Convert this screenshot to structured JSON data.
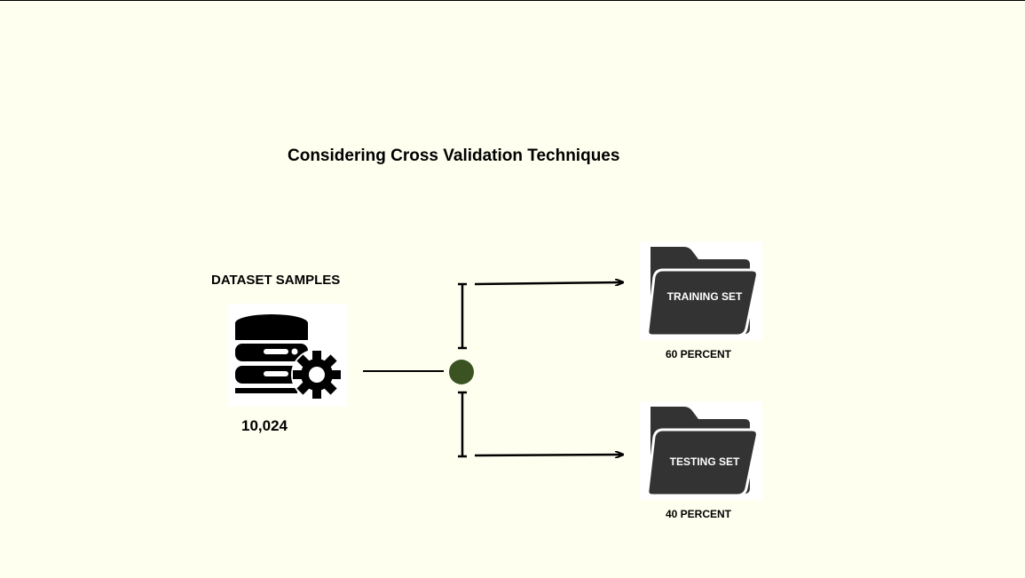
{
  "title": "Considering Cross Validation Techniques",
  "dataset": {
    "label": "DATASET SAMPLES",
    "count": "10,024",
    "icon": "database-gear-icon"
  },
  "splits": [
    {
      "label": "TRAINING SET",
      "percent_label": "60 PERCENT",
      "icon": "folder-icon"
    },
    {
      "label": "TESTING SET",
      "percent_label": "40 PERCENT",
      "icon": "folder-icon"
    }
  ],
  "colors": {
    "background": "#fffff0",
    "folder": "#333333",
    "split_node": "#3a5320",
    "lines": "#000000"
  }
}
